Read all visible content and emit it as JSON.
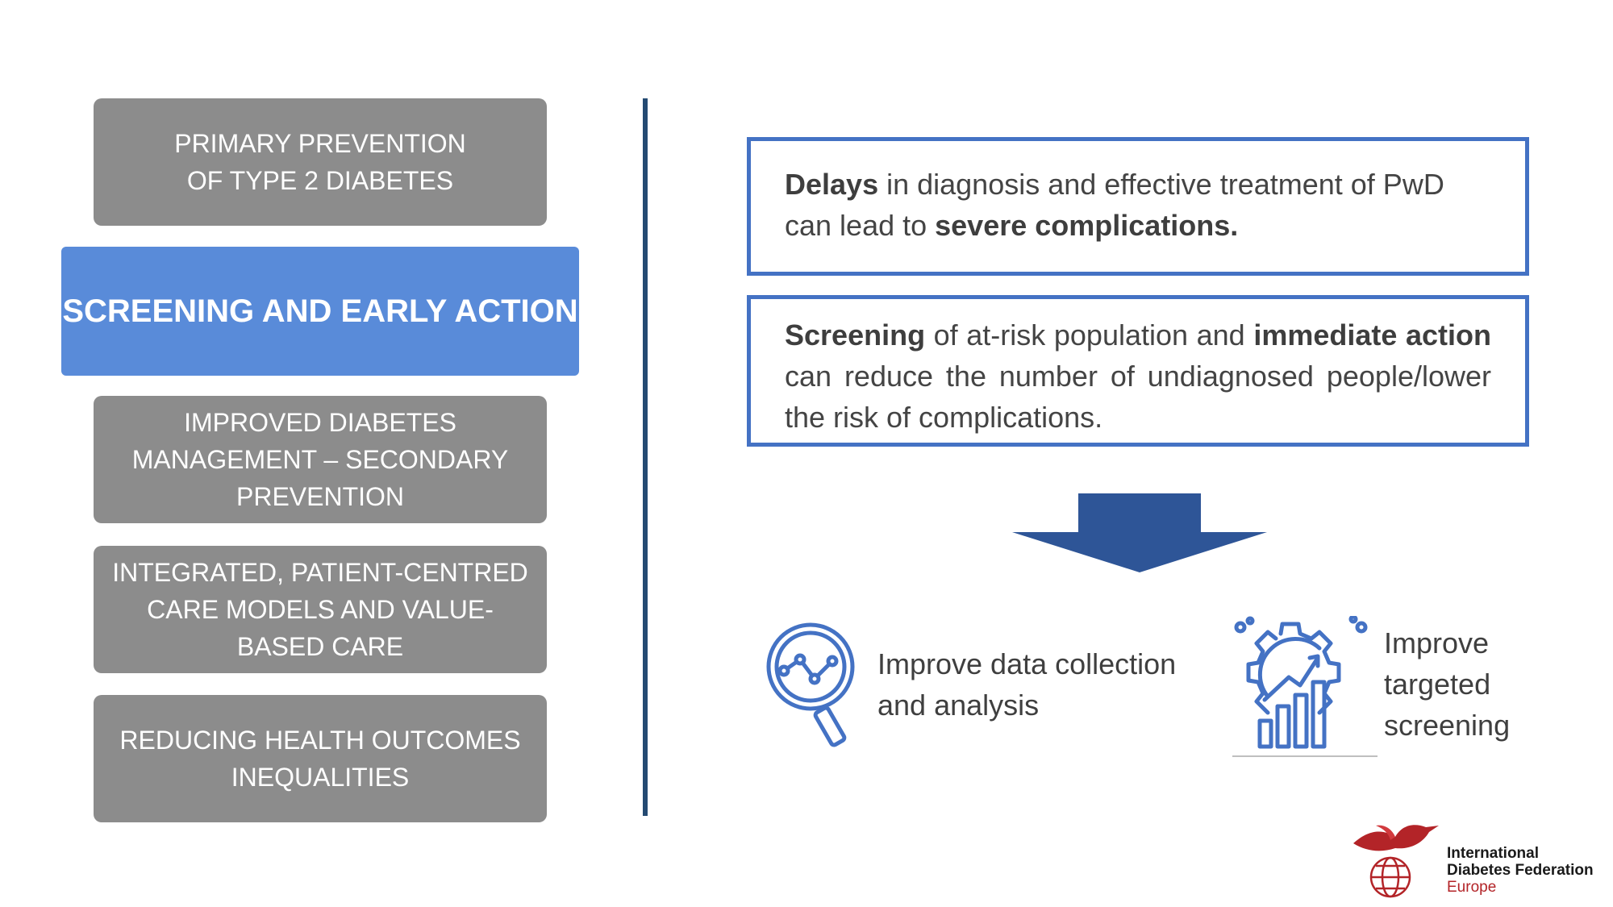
{
  "pillars": [
    {
      "line1": "PRIMARY PREVENTION",
      "line2": "OF TYPE 2 DIABETES",
      "line3": ""
    },
    {
      "line1": "SCREENING AND EARLY ACTION",
      "line2": "",
      "line3": ""
    },
    {
      "line1": "IMPROVED DIABETES",
      "line2": "MANAGEMENT – SECONDARY",
      "line3": "PREVENTION"
    },
    {
      "line1": "INTEGRATED, PATIENT-CENTRED",
      "line2": "CARE MODELS AND VALUE-",
      "line3": "BASED CARE"
    },
    {
      "line1": "REDUCING HEALTH OUTCOMES",
      "line2": "INEQUALITIES",
      "line3": ""
    }
  ],
  "statements": {
    "first": {
      "bold1": "Delays",
      "text1": " in diagnosis and effective treatment of PwD can lead to ",
      "bold2": "severe complications."
    },
    "second": {
      "bold1": "Screening",
      "text1": " of at-risk population and ",
      "bold2": "immediate action",
      "text2": " can reduce the number of undiagnosed people/lower the risk of complications."
    }
  },
  "actions": {
    "data": {
      "line1": "Improve data collection",
      "line2": "and analysis",
      "icon": "magnifier-chart-icon"
    },
    "screening": {
      "line1": "Improve",
      "line2": "targeted",
      "line3": "screening",
      "icon": "gear-growth-chart-icon"
    }
  },
  "logo": {
    "line1": "International",
    "line2": "Diabetes Federation",
    "line3": "Europe"
  },
  "colors": {
    "pillar_gray": "#8c8c8c",
    "pillar_active": "#598bd9",
    "box_border": "#4472c4",
    "arrow": "#2e5597",
    "divider": "#244a72",
    "logo_red": "#b32428"
  }
}
